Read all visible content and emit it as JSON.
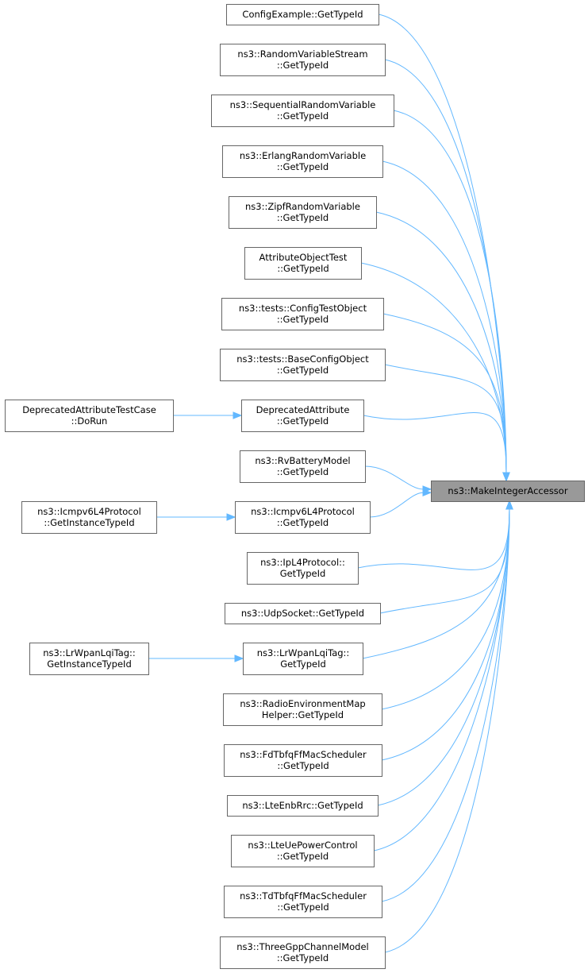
{
  "target": {
    "id": "target",
    "lines": [
      "ns3::MakeIntegerAccessor"
    ]
  },
  "callers": [
    {
      "id": "n1",
      "lines": [
        "ConfigExample::GetTypeId"
      ]
    },
    {
      "id": "n2",
      "lines": [
        "ns3::RandomVariableStream",
        "::GetTypeId"
      ]
    },
    {
      "id": "n3",
      "lines": [
        "ns3::SequentialRandomVariable",
        "::GetTypeId"
      ]
    },
    {
      "id": "n4",
      "lines": [
        "ns3::ErlangRandomVariable",
        "::GetTypeId"
      ]
    },
    {
      "id": "n5",
      "lines": [
        "ns3::ZipfRandomVariable",
        "::GetTypeId"
      ]
    },
    {
      "id": "n6",
      "lines": [
        "AttributeObjectTest",
        "::GetTypeId"
      ]
    },
    {
      "id": "n7",
      "lines": [
        "ns3::tests::ConfigTestObject",
        "::GetTypeId"
      ]
    },
    {
      "id": "n8",
      "lines": [
        "ns3::tests::BaseConfigObject",
        "::GetTypeId"
      ]
    },
    {
      "id": "n9",
      "lines": [
        "DeprecatedAttribute",
        "::GetTypeId"
      ]
    },
    {
      "id": "n10",
      "lines": [
        "ns3::RvBatteryModel",
        "::GetTypeId"
      ]
    },
    {
      "id": "n11",
      "lines": [
        "ns3::Icmpv6L4Protocol",
        "::GetTypeId"
      ]
    },
    {
      "id": "n12",
      "lines": [
        "ns3::IpL4Protocol::",
        "GetTypeId"
      ]
    },
    {
      "id": "n13",
      "lines": [
        "ns3::UdpSocket::GetTypeId"
      ]
    },
    {
      "id": "n14",
      "lines": [
        "ns3::LrWpanLqiTag::",
        "GetTypeId"
      ]
    },
    {
      "id": "n15",
      "lines": [
        "ns3::RadioEnvironmentMap",
        "Helper::GetTypeId"
      ]
    },
    {
      "id": "n16",
      "lines": [
        "ns3::FdTbfqFfMacScheduler",
        "::GetTypeId"
      ]
    },
    {
      "id": "n17",
      "lines": [
        "ns3::LteEnbRrc::GetTypeId"
      ]
    },
    {
      "id": "n18",
      "lines": [
        "ns3::LteUePowerControl",
        "::GetTypeId"
      ]
    },
    {
      "id": "n19",
      "lines": [
        "ns3::TdTbfqFfMacScheduler",
        "::GetTypeId"
      ]
    },
    {
      "id": "n20",
      "lines": [
        "ns3::ThreeGppChannelModel",
        "::GetTypeId"
      ]
    }
  ],
  "secondary_callers": [
    {
      "id": "s1",
      "lines": [
        "DeprecatedAttributeTestCase",
        "::DoRun"
      ],
      "calls": "n9"
    },
    {
      "id": "s2",
      "lines": [
        "ns3::Icmpv6L4Protocol",
        "::GetInstanceTypeId"
      ],
      "calls": "n11"
    },
    {
      "id": "s3",
      "lines": [
        "ns3::LrWpanLqiTag::",
        "GetInstanceTypeId"
      ],
      "calls": "n14"
    }
  ],
  "colors": {
    "edge": "#63b8ff",
    "target_fill": "#999999",
    "node_border": "#666666"
  }
}
